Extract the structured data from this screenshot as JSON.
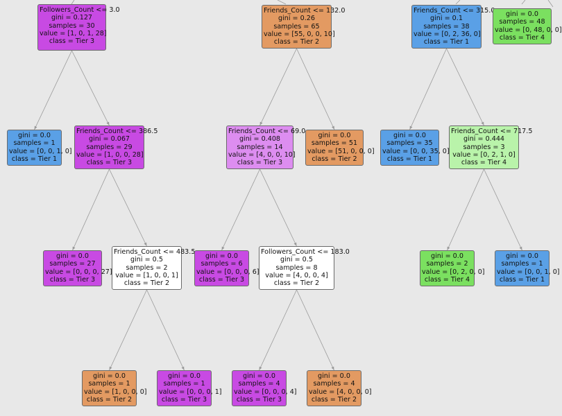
{
  "colors": {
    "tier1": "#5aa0e6",
    "tier2": "#e39a62",
    "tier3": "#c84ae3",
    "tier4": "#7be060",
    "tier1_light": "#5aa0e6",
    "tier3_light": "#dd8df0",
    "tier4_light": "#b9f3aa",
    "white": "#ffffff"
  },
  "nodes": [
    {
      "id": "n0",
      "lines": [
        "Followers_Count <= 3.0",
        "gini = 0.127",
        "samples = 30",
        "value = [1, 0, 1, 28]",
        "class = Tier 3"
      ],
      "color": "tier3"
    },
    {
      "id": "n1",
      "lines": [
        "gini = 0.0",
        "samples = 1",
        "value = [0, 0, 1, 0]",
        "class = Tier 1"
      ],
      "color": "tier1"
    },
    {
      "id": "n2",
      "lines": [
        "Friends_Count <= 386.5",
        "gini = 0.067",
        "samples = 29",
        "value = [1, 0, 0, 28]",
        "class = Tier 3"
      ],
      "color": "tier3"
    },
    {
      "id": "n3",
      "lines": [
        "gini = 0.0",
        "samples = 27",
        "value = [0, 0, 0, 27]",
        "class = Tier 3"
      ],
      "color": "tier3"
    },
    {
      "id": "n4",
      "lines": [
        "Friends_Count <= 483.5",
        "gini = 0.5",
        "samples = 2",
        "value = [1, 0, 0, 1]",
        "class = Tier 2"
      ],
      "color": "white"
    },
    {
      "id": "n5",
      "lines": [
        "gini = 0.0",
        "samples = 1",
        "value = [1, 0, 0, 0]",
        "class = Tier 2"
      ],
      "color": "tier2"
    },
    {
      "id": "n6",
      "lines": [
        "gini = 0.0",
        "samples = 1",
        "value = [0, 0, 0, 1]",
        "class = Tier 3"
      ],
      "color": "tier3"
    },
    {
      "id": "m0",
      "lines": [
        "Friends_Count <= 132.0",
        "gini = 0.26",
        "samples = 65",
        "value = [55, 0, 0, 10]",
        "class = Tier 2"
      ],
      "color": "tier2"
    },
    {
      "id": "m1",
      "lines": [
        "Friends_Count <= 69.0",
        "gini = 0.408",
        "samples = 14",
        "value = [4, 0, 0, 10]",
        "class = Tier 3"
      ],
      "color": "tier3_light"
    },
    {
      "id": "m2",
      "lines": [
        "gini = 0.0",
        "samples = 51",
        "value = [51, 0, 0, 0]",
        "class = Tier 2"
      ],
      "color": "tier2"
    },
    {
      "id": "m3",
      "lines": [
        "gini = 0.0",
        "samples = 6",
        "value = [0, 0, 0, 6]",
        "class = Tier 3"
      ],
      "color": "tier3"
    },
    {
      "id": "m4",
      "lines": [
        "Followers_Count <= 183.0",
        "gini = 0.5",
        "samples = 8",
        "value = [4, 0, 0, 4]",
        "class = Tier 2"
      ],
      "color": "white"
    },
    {
      "id": "m5",
      "lines": [
        "gini = 0.0",
        "samples = 4",
        "value = [0, 0, 0, 4]",
        "class = Tier 3"
      ],
      "color": "tier3"
    },
    {
      "id": "m6",
      "lines": [
        "gini = 0.0",
        "samples = 4",
        "value = [4, 0, 0, 0]",
        "class = Tier 2"
      ],
      "color": "tier2"
    },
    {
      "id": "r0",
      "lines": [
        "Friends_Count <= 315.0",
        "gini = 0.1",
        "samples = 38",
        "value = [0, 2, 36, 0]",
        "class = Tier 1"
      ],
      "color": "tier1"
    },
    {
      "id": "r1",
      "lines": [
        "gini = 0.0",
        "samples = 35",
        "value = [0, 0, 35, 0]",
        "class = Tier 1"
      ],
      "color": "tier1"
    },
    {
      "id": "r2",
      "lines": [
        "Friends_Count <= 717.5",
        "gini = 0.444",
        "samples = 3",
        "value = [0, 2, 1, 0]",
        "class = Tier 4"
      ],
      "color": "tier4_light"
    },
    {
      "id": "r3",
      "lines": [
        "gini = 0.0",
        "samples = 2",
        "value = [0, 2, 0, 0]",
        "class = Tier 4"
      ],
      "color": "tier4"
    },
    {
      "id": "r4",
      "lines": [
        "gini = 0.0",
        "samples = 1",
        "value = [0, 0, 1, 0]",
        "class = Tier 1"
      ],
      "color": "tier1"
    },
    {
      "id": "s0",
      "lines": [
        "gini = 0.0",
        "samples = 48",
        "value = [0, 48, 0, 0]",
        "class = Tier 4"
      ],
      "color": "tier4"
    }
  ],
  "edges": [
    [
      "n0",
      "n1"
    ],
    [
      "n0",
      "n2"
    ],
    [
      "n2",
      "n3"
    ],
    [
      "n2",
      "n4"
    ],
    [
      "n4",
      "n5"
    ],
    [
      "n4",
      "n6"
    ],
    [
      "m0",
      "m1"
    ],
    [
      "m0",
      "m2"
    ],
    [
      "m1",
      "m3"
    ],
    [
      "m1",
      "m4"
    ],
    [
      "m4",
      "m5"
    ],
    [
      "m4",
      "m6"
    ],
    [
      "r0",
      "r1"
    ],
    [
      "r0",
      "r2"
    ],
    [
      "r2",
      "r3"
    ],
    [
      "r2",
      "r4"
    ]
  ]
}
